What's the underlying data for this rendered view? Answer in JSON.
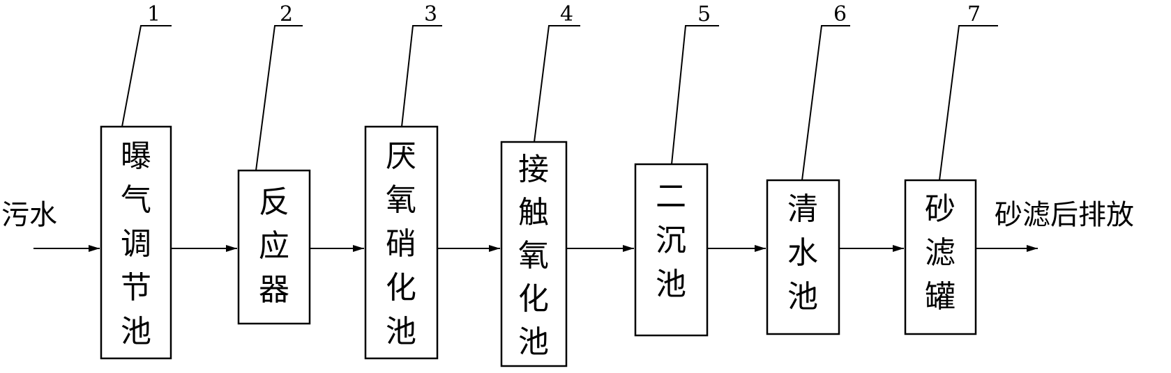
{
  "input_label": "污水",
  "output_label": "砂滤后排放",
  "units": [
    {
      "number": "1",
      "name": "曝气调节池"
    },
    {
      "number": "2",
      "name": "反应器"
    },
    {
      "number": "3",
      "name": "厌氧硝化池"
    },
    {
      "number": "4",
      "name": "接触氧化池"
    },
    {
      "number": "5",
      "name": "二沉池"
    },
    {
      "number": "6",
      "name": "清水池"
    },
    {
      "number": "7",
      "name": "砂滤罐"
    }
  ]
}
